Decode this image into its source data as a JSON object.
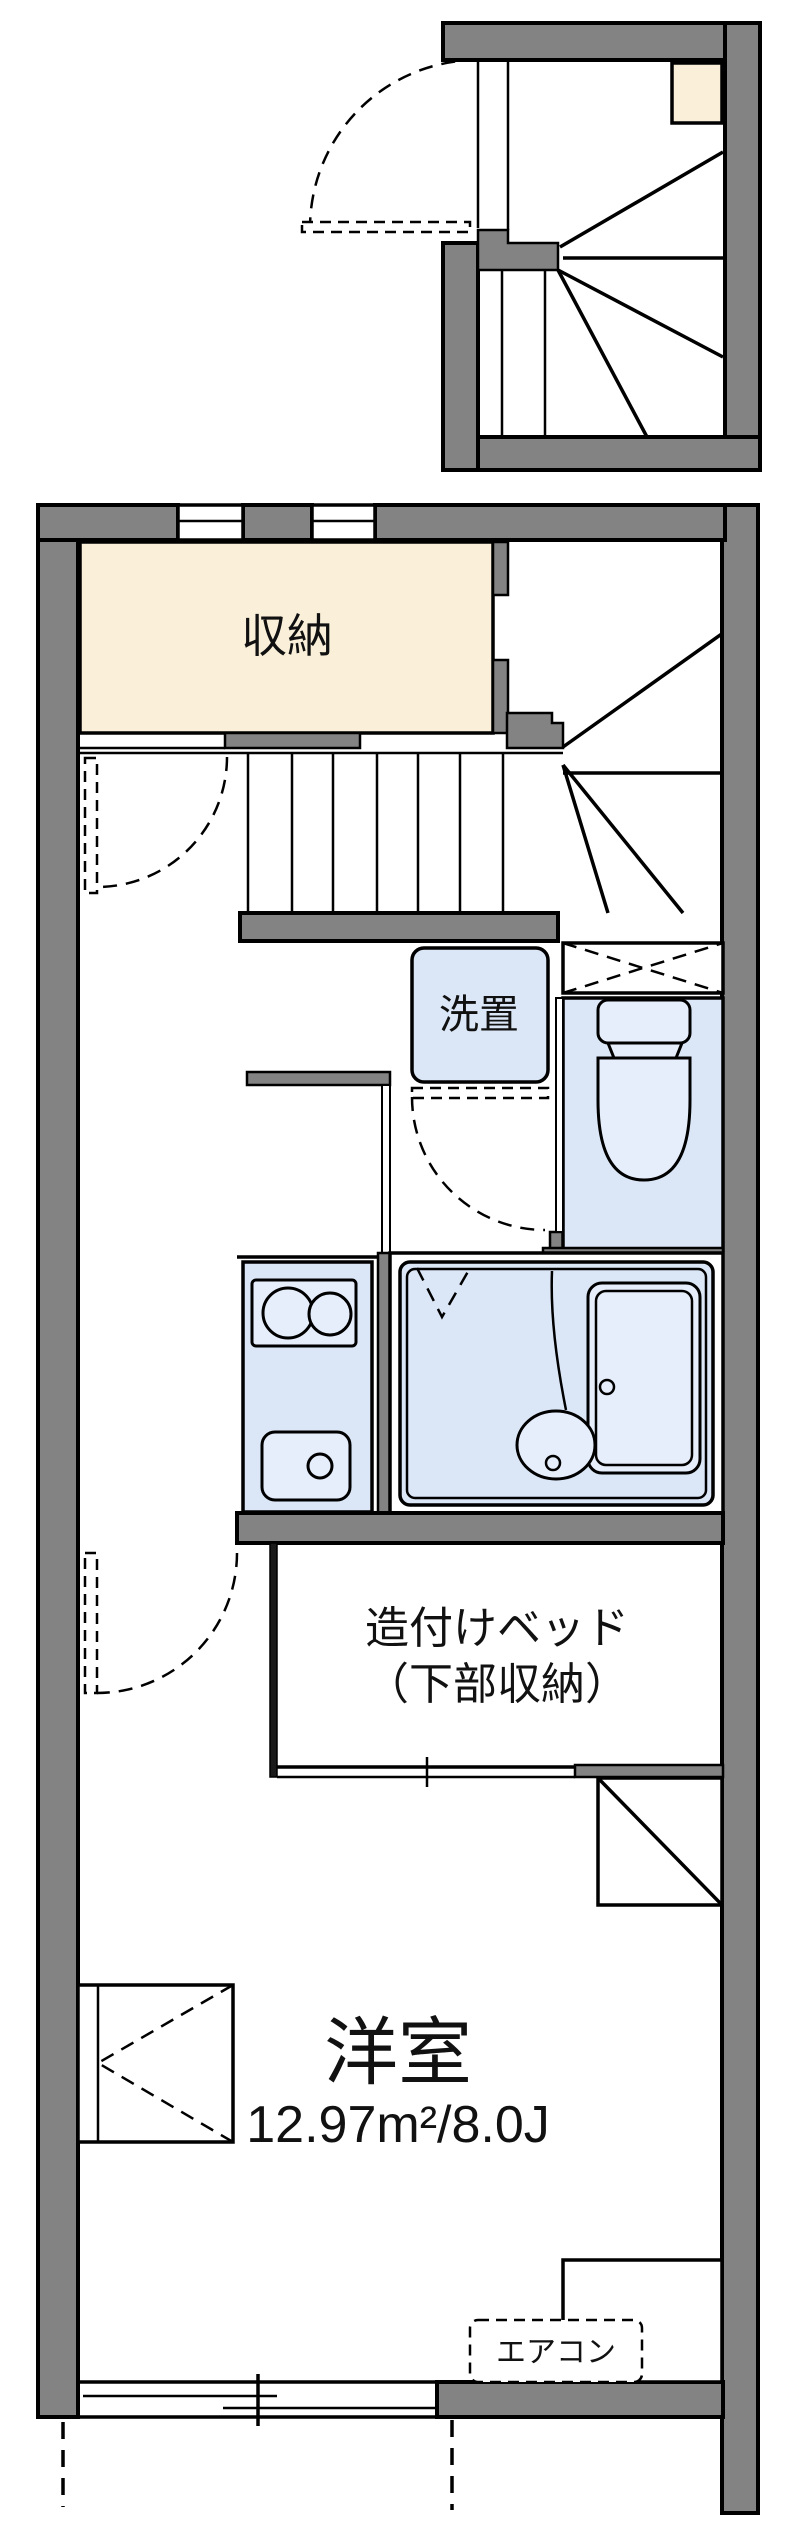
{
  "title": "apartment-floor-plan",
  "colors": {
    "wall": "#838383",
    "cream": "#faf0da",
    "wet": "#dbe7f7",
    "wetlight": "#e7eefb",
    "line": "#000000",
    "bg": "#ffffff"
  },
  "labels": {
    "storage": "収納",
    "washer_space": "洗置",
    "bed_line1": "造付けベッド",
    "bed_line2": "（下部収納）",
    "room_name": "洋室",
    "room_area": "12.97m²/8.0J",
    "aircon": "エアコン"
  }
}
